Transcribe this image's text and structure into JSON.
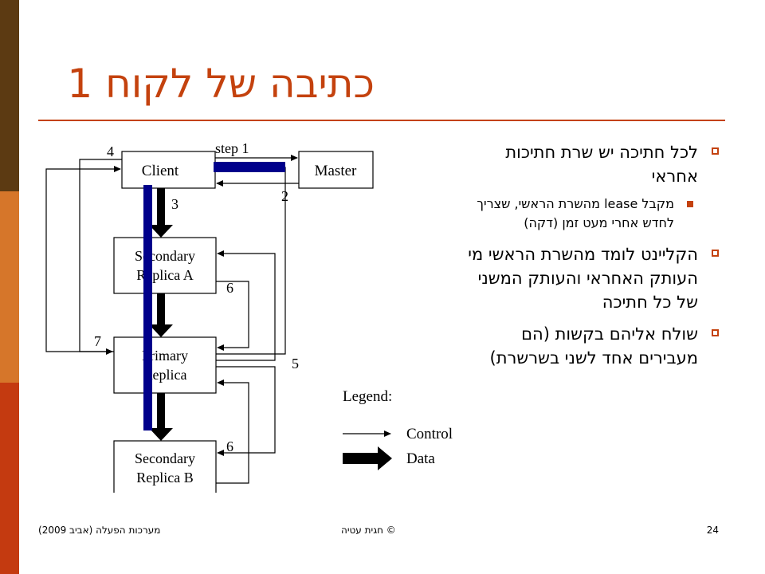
{
  "title": "כתיבה של לקוח 1",
  "theme": {
    "accent": "#c4420e",
    "left_bar": [
      "#5c3a12",
      "#d6762a",
      "#c43a10"
    ],
    "data_path": "#00008b"
  },
  "bullets": [
    {
      "text": "לכל חתיכה יש שרת חתיכות אחראי",
      "sub": [
        "מקבל lease מהשרת הראשי, שצריך לחדש אחרי מעט זמן (דקה)"
      ]
    },
    {
      "text": "הקליינט לומד מהשרת הראשי מי העותק האחראי והעותק המשני של כל חתיכה",
      "sub": []
    },
    {
      "text": "שולח אליהם בקשות (הם מעבירים אחד לשני בשרשרת)",
      "sub": []
    }
  ],
  "diagram": {
    "nodes": {
      "client": "Client",
      "master": "Master",
      "secondary_a": [
        "Secondary",
        "Replica A"
      ],
      "primary": [
        "Primary",
        "Replica"
      ],
      "secondary_b": [
        "Secondary",
        "Replica B"
      ]
    },
    "labels": {
      "step1": "step 1",
      "n2": "2",
      "n3": "3",
      "n4": "4",
      "n5": "5",
      "n6a": "6",
      "n6b": "6",
      "n7": "7"
    },
    "legend": {
      "title": "Legend:",
      "control": "Control",
      "data": "Data"
    }
  },
  "footer": {
    "page": "24",
    "copyright": "© חגית עטיה",
    "course": "מערכות הפעלה (אביב 2009)"
  }
}
